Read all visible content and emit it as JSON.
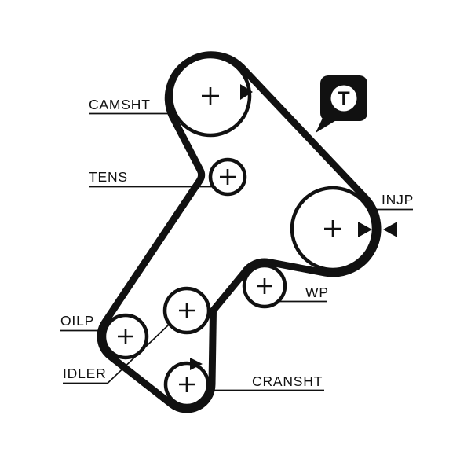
{
  "diagram": {
    "title": "timing-belt-routing-diagram",
    "colors": {
      "background": "#ffffff",
      "line": "#111111"
    },
    "labels": {
      "camshaft": "CAMSHT",
      "tensioner": "TENS",
      "injection_pump": "INJP",
      "water_pump": "WP",
      "oil_pump": "OILP",
      "idler": "IDLER",
      "crankshaft": "CRANSHT"
    },
    "badge": {
      "letter": "T"
    },
    "icons": {
      "cam_timing_mark": "belt-direction-arrow-icon",
      "injp_timing_marks": "opposed-timing-arrows-icon",
      "crank_timing_mark": "belt-direction-arrow-icon",
      "badge": "timing-mark-badge-icon"
    }
  }
}
